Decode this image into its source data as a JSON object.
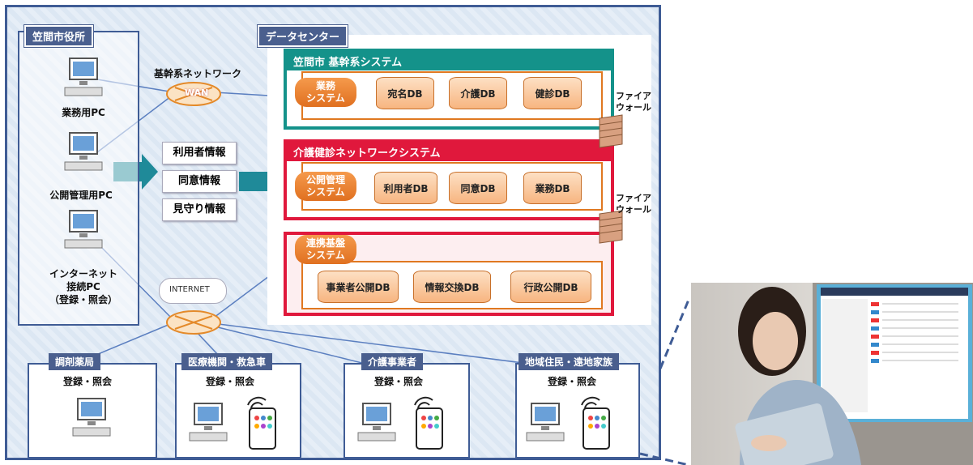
{
  "city_hall": {
    "title": "笠間市役所",
    "pcs": [
      "業務用PC",
      "公開管理用PC",
      "インターネット\n接続PC\n（登録・照会）"
    ]
  },
  "network": {
    "label": "基幹系ネットワーク",
    "wan": "WAN",
    "internet": "INTERNET"
  },
  "info_items": [
    "利用者情報",
    "同意情報",
    "見守り情報"
  ],
  "datacenter": {
    "title": "データセンター",
    "systems": [
      {
        "title": "笠間市 基幹系システム",
        "color": "#14928a",
        "app": "業務\nシステム",
        "dbs": [
          "宛名DB",
          "介護DB",
          "健診DB"
        ]
      },
      {
        "title": "介護健診ネットワークシステム",
        "color": "#e0183c",
        "app": "公開管理\nシステム",
        "dbs": [
          "利用者DB",
          "同意DB",
          "業務DB"
        ]
      },
      {
        "title": "",
        "color": "#e0183c",
        "app": "連携基盤\nシステム",
        "dbs": [
          "事業者公開DB",
          "情報交換DB",
          "行政公開DB"
        ]
      }
    ]
  },
  "firewalls": [
    "ファイア\nウォール",
    "ファイア\nウォール"
  ],
  "clients": [
    {
      "name": "調剤薬局",
      "action": "登録・照会"
    },
    {
      "name": "医療機関・救急車",
      "action": "登録・照会"
    },
    {
      "name": "介護事業者",
      "action": "登録・照会"
    },
    {
      "name": "地域住民・遠地家族",
      "action": "登録・照会"
    }
  ]
}
